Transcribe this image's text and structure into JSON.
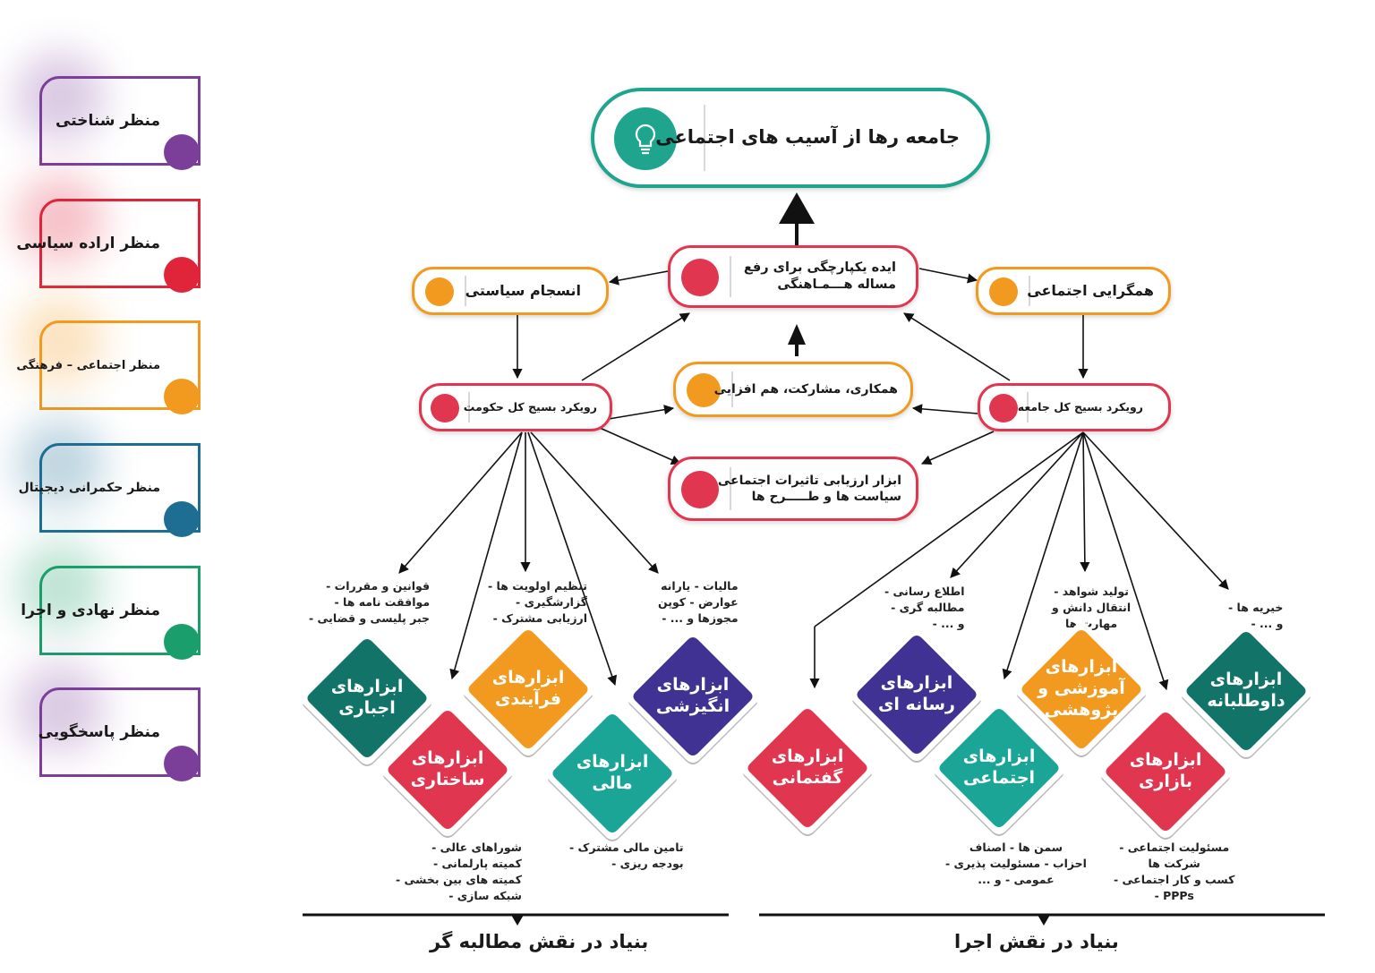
{
  "colors": {
    "teal": "#1fa58e",
    "purple": "#7b3f9a",
    "red": "#e0243a",
    "orange": "#f29a1f",
    "blue": "#1e6d93",
    "green": "#1a9e6b",
    "pinkred": "#e0364f",
    "navy": "#3f3293",
    "darkteal": "#127468"
  },
  "perspectives": [
    {
      "label": "منظر شناختی",
      "color": "#7b3f9a"
    },
    {
      "label": "منظر اراده سیاسی",
      "color": "#e0243a"
    },
    {
      "label": "منظر اجتماعی – فرهنگی",
      "color": "#f29a1f"
    },
    {
      "label": "منظر حکمرانی دیجیتال",
      "color": "#1e6d93"
    },
    {
      "label": "منظر نهادی و اجرا",
      "color": "#1a9e6b"
    },
    {
      "label": "منظر پاسخگویی",
      "color": "#7b3f9a"
    }
  ],
  "goal": {
    "label": "جامعه رها از آسیب های اجتماعی",
    "icon": "lightbulb-icon"
  },
  "nodes": {
    "idea": {
      "line1": "ایده یکپارچگی برای رفع",
      "line2": "مساله هـــمـاهنگی"
    },
    "political": {
      "label": "انسجام سیاستی"
    },
    "social": {
      "label": "همگرایی اجتماعی"
    },
    "government": {
      "label": "رویکرد بسیج کل حکومت"
    },
    "cooperation": {
      "label": "همکاری، مشارکت، هم افزایی"
    },
    "society": {
      "label": "رویکرد بسیج کل جامعه"
    },
    "assessment": {
      "line1": "ابزار ارزیابی تاثیرات اجتماعی",
      "line2": "سیاست ها و طـــــرح ها"
    }
  },
  "top_lists": {
    "coercive": [
      "قوانین و مقررات -",
      "موافقت نامه ها -",
      "جبر پلیسی و قضایی -"
    ],
    "process": [
      "تنظیم اولویت ها -",
      "گزارشگیری -",
      "ارزیابی مشترک -"
    ],
    "incentive": [
      "مالیات - یارانه",
      "عوارض - کوپن",
      "مجوزها و ... -"
    ],
    "media": [
      "اطلاع رسانی -",
      "مطالبه گری -",
      "و ... -"
    ],
    "education": [
      "تولید شواهد -",
      "انتقال دانش و",
      "مهارت ها"
    ],
    "voluntary": [
      "خیریه ها -",
      "و ... -"
    ]
  },
  "bottom_lists": {
    "structural": [
      "شوراهای عالی -",
      "کمیته پارلمانی -",
      "کمیته های بین بخشی -",
      "شبکه سازی -"
    ],
    "financial": [
      "تامین مالی مشترک -",
      "بودجه ریزی -"
    ],
    "social": [
      "سمن ها - اصناف",
      "احزاب - مسئولیت پذیری -",
      "عمومی - و ..."
    ],
    "market": [
      "مسئولیت اجتماعی -",
      "شرکت ها",
      "کسب و کار اجتماعی -",
      "PPPs -"
    ]
  },
  "diamonds": {
    "coercive": {
      "line1": "ابزارهای",
      "line2": "اجباری",
      "color": "#127468"
    },
    "process": {
      "line1": "ابزارهای",
      "line2": "فرآیندی",
      "color": "#f29a1f"
    },
    "incentive": {
      "line1": "ابزارهای",
      "line2": "انگیزشی",
      "color": "#3f3293"
    },
    "structural": {
      "line1": "ابزارهای",
      "line2": "ساختاری",
      "color": "#e0364f"
    },
    "financial": {
      "line1": "ابزارهای",
      "line2": "مالی",
      "color": "#1aa597"
    },
    "discourse": {
      "line1": "ابزارهای",
      "line2": "گفتمانی",
      "color": "#e0364f"
    },
    "media": {
      "line1": "ابزارهای",
      "line2": "رسانه ای",
      "color": "#3f3293"
    },
    "education": {
      "line1": "ابزارهای",
      "line2": "آموزشی و",
      "line3": "پژوهشی",
      "color": "#f29a1f"
    },
    "voluntary": {
      "line1": "ابزارهای",
      "line2": "داوطلبانه",
      "color": "#127468"
    },
    "social": {
      "line1": "ابزارهای",
      "line2": "اجتماعی",
      "color": "#1aa597"
    },
    "market": {
      "line1": "ابزارهای",
      "line2": "بازاری",
      "color": "#e0364f"
    }
  },
  "footer": {
    "left": "بنیاد در نقش مطالبه گر",
    "right": "بنیاد در نقش اجرا"
  }
}
